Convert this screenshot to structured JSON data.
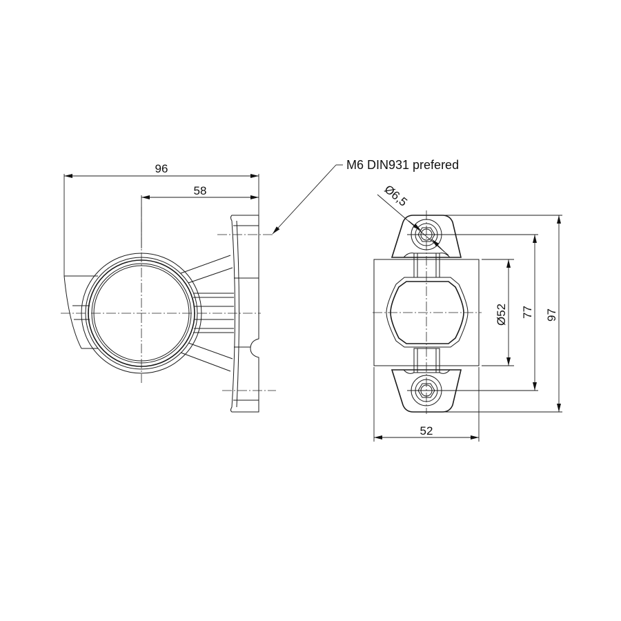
{
  "drawing": {
    "side_view": {
      "dim_overall_width": "96",
      "dim_center_to_mount": "58"
    },
    "front_view": {
      "dim_hole_diameter": "Ø6,5",
      "dim_lens_diameter": "Ø52",
      "dim_hole_spacing": "77",
      "dim_overall_height": "97",
      "dim_body_width": "52"
    },
    "note": "M6 DIN931 prefered"
  }
}
